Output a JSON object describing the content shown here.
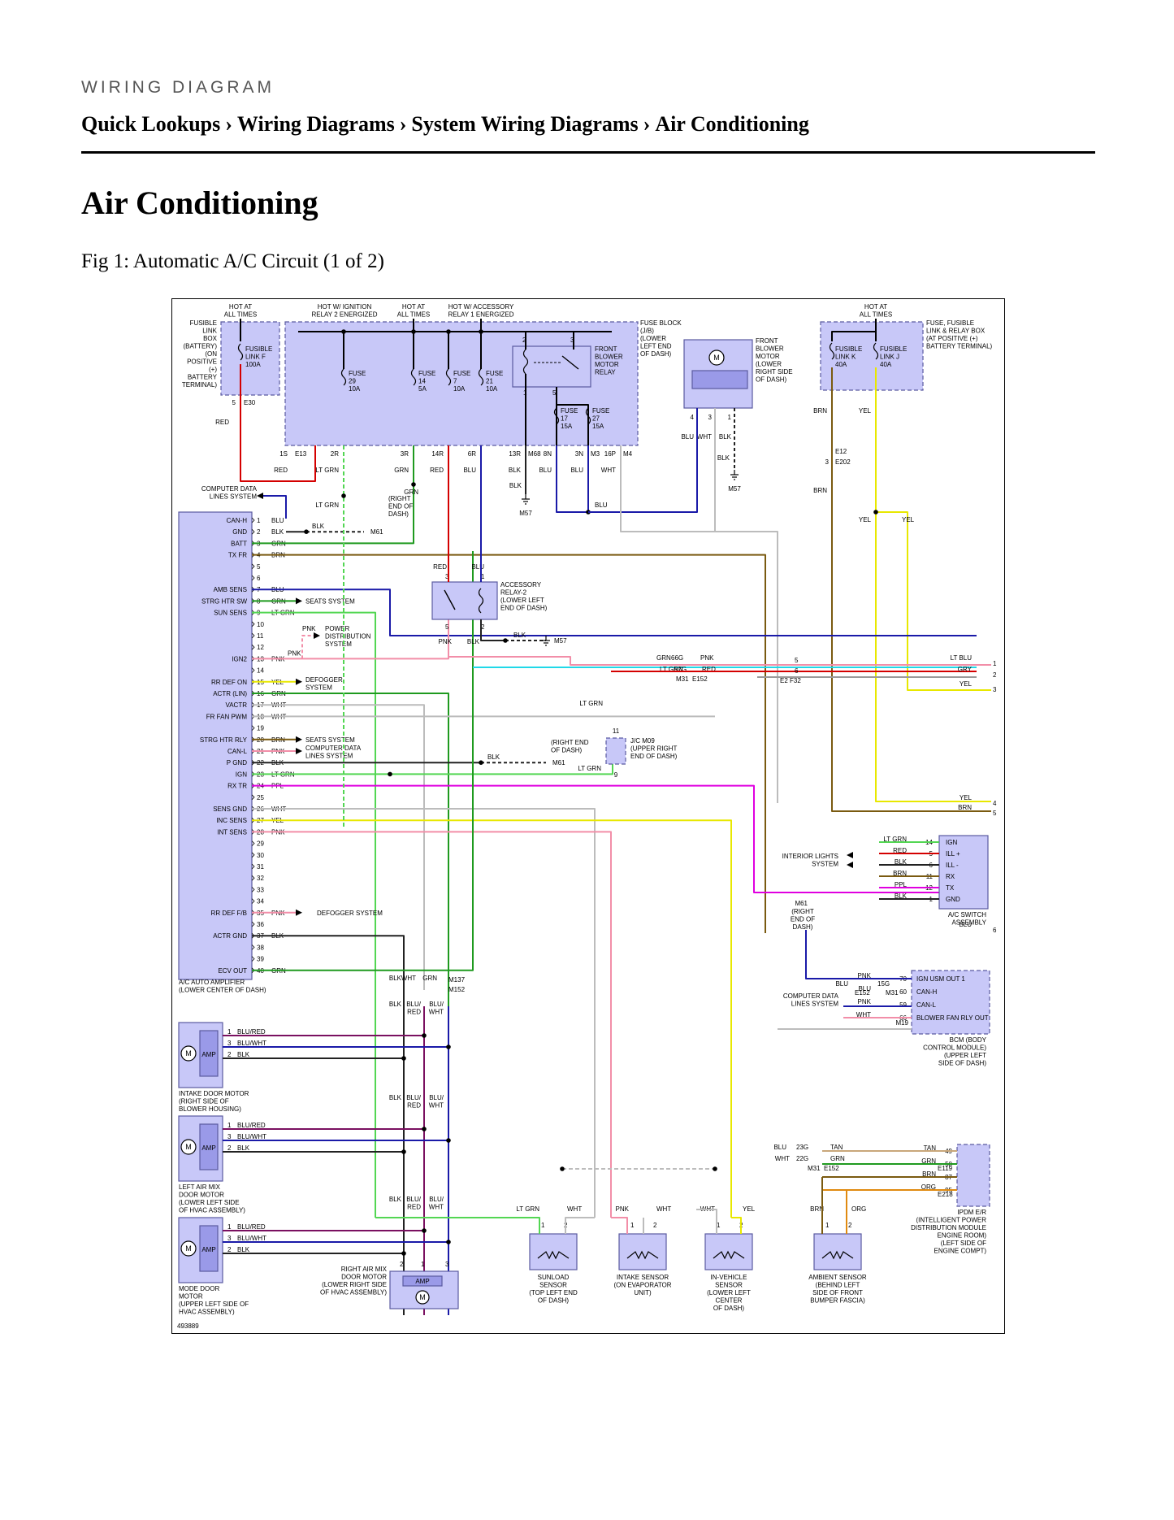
{
  "header": {
    "eyebrow": "WIRING DIAGRAM",
    "breadcrumb": [
      "Quick Lookups",
      "Wiring Diagrams",
      "System Wiring Diagrams",
      "Air Conditioning"
    ],
    "separator": "›"
  },
  "page_title": "Air Conditioning",
  "figure_caption": "Fig 1: Automatic A/C Circuit (1 of 2)",
  "diagram": {
    "figure_id": "493889",
    "colors": {
      "component_fill": "#c8c8f8",
      "component_stroke": "#5a5aa0",
      "wire_RED": "#d40000",
      "wire_BLU": "#1a1aa8",
      "wire_GRN": "#1f9a1f",
      "wire_LT_GRN": "#53d653",
      "wire_YEL": "#e8e800",
      "wire_BRN": "#7a5a10",
      "wire_PNK": "#f28ea8",
      "wire_WHT": "#bcbcbc",
      "wire_BLK": "#222222",
      "wire_PPL": "#e000e0",
      "wire_LT_BLU": "#20d8e8",
      "wire_GRY": "#9a9a9a",
      "wire_TAN": "#c9a77a",
      "wire_ORG": "#e08a10",
      "wire_BLU_RED": "#7a1060",
      "wire_BLU_WHT": "#1a1aa8"
    },
    "top_labels": {
      "hot_at_all_times_left": [
        "HOT AT",
        "ALL TIMES"
      ],
      "hot_w_ignition": [
        "HOT W/ IGNITION",
        "RELAY 2 ENERGIZED"
      ],
      "hot_at_all_times_mid": [
        "HOT AT",
        "ALL TIMES"
      ],
      "hot_w_accessory": [
        "HOT W/ ACCESSORY",
        "RELAY 1 ENERGIZED"
      ],
      "hot_at_all_times_right": [
        "HOT AT",
        "ALL TIMES"
      ]
    },
    "fusible_link_box": [
      "FUSIBLE",
      "LINK",
      "BOX",
      "(BATTERY)",
      "(ON",
      "POSITIVE",
      "(+)",
      "BATTERY",
      "TERMINAL)"
    ],
    "fusible_link_f": [
      "FUSIBLE",
      "LINK F",
      "100A"
    ],
    "e30": {
      "pin": "5",
      "conn": "E30",
      "wire": "RED"
    },
    "fuse_block_label": [
      "FUSE BLOCK",
      "(J/B)",
      "(LOWER",
      "LEFT END",
      "OF DASH)"
    ],
    "fuses": [
      {
        "name": "FUSE",
        "num": "29",
        "amp": "10A"
      },
      {
        "name": "FUSE",
        "num": "14",
        "amp": "5A"
      },
      {
        "name": "FUSE",
        "num": "7",
        "amp": "10A"
      },
      {
        "name": "FUSE",
        "num": "21",
        "amp": "10A"
      }
    ],
    "front_blower_relay": [
      "FRONT",
      "BLOWER",
      "MOTOR",
      "RELAY"
    ],
    "relay_pins": {
      "p2": "2",
      "p3": "3",
      "p1": "1",
      "p5": "5"
    },
    "fuse_17": [
      "FUSE",
      "17",
      "15A"
    ],
    "fuse_27": [
      "FUSE",
      "27",
      "15A"
    ],
    "fuse_block_pins": [
      {
        "pin": "1S",
        "conn": "E13",
        "wire": "RED"
      },
      {
        "pin": "2R",
        "conn": "",
        "wire": "LT GRN"
      },
      {
        "pin": "3R",
        "conn": "",
        "wire": "GRN"
      },
      {
        "pin": "14R",
        "conn": "",
        "wire": "RED"
      },
      {
        "pin": "6R",
        "conn": "",
        "wire": "BLU"
      },
      {
        "pin": "13R",
        "conn": "M68",
        "wire": "BLK"
      },
      {
        "pin": "8N",
        "conn": "",
        "wire": "BLU"
      },
      {
        "pin": "3N",
        "conn": "M3",
        "wire": "BLU"
      },
      {
        "pin": "16P",
        "conn": "M4",
        "wire": "WHT"
      }
    ],
    "front_blower_motor": [
      "FRONT",
      "BLOWER",
      "MOTOR",
      "(LOWER",
      "RIGHT SIDE",
      "OF DASH)"
    ],
    "blower_pins": [
      "4",
      "3",
      "1"
    ],
    "blower_wires": [
      "BLU",
      "WHT",
      "BLK"
    ],
    "fuse_fusible_box": [
      "FUSE, FUSIBLE",
      "LINK & RELAY BOX",
      "(AT POSITIVE (+)",
      "BATTERY TERMINAL)"
    ],
    "fusible_link_k": [
      "FUSIBLE",
      "LINK K",
      "40A"
    ],
    "fusible_link_j": [
      "FUSIBLE",
      "LINK J",
      "40A"
    ],
    "right_box_wires": [
      "BRN",
      "YEL"
    ],
    "e12": "E12",
    "e202": {
      "pin": "3",
      "conn": "E202"
    },
    "ground_labels": {
      "m57": "M57",
      "m61": "M61"
    },
    "computer_data_lines": [
      "COMPUTER DATA",
      "LINES SYSTEM"
    ],
    "amp_pins": [
      {
        "pin": "1",
        "label": "CAN-H",
        "wire": "BLU"
      },
      {
        "pin": "2",
        "label": "GND",
        "wire": "BLK"
      },
      {
        "pin": "3",
        "label": "BATT",
        "wire": "GRN"
      },
      {
        "pin": "4",
        "label": "TX FR",
        "wire": "BRN"
      },
      {
        "pin": "5",
        "label": "",
        "wire": ""
      },
      {
        "pin": "6",
        "label": "",
        "wire": ""
      },
      {
        "pin": "7",
        "label": "AMB SENS",
        "wire": "BLU"
      },
      {
        "pin": "8",
        "label": "STRG HTR SW",
        "wire": "GRN"
      },
      {
        "pin": "9",
        "label": "SUN SENS",
        "wire": "LT GRN"
      },
      {
        "pin": "10",
        "label": "",
        "wire": ""
      },
      {
        "pin": "11",
        "label": "",
        "wire": ""
      },
      {
        "pin": "12",
        "label": "",
        "wire": ""
      },
      {
        "pin": "13",
        "label": "IGN2",
        "wire": "PNK"
      },
      {
        "pin": "14",
        "label": "",
        "wire": ""
      },
      {
        "pin": "15",
        "label": "RR DEF ON",
        "wire": "YEL"
      },
      {
        "pin": "16",
        "label": "ACTR (LIN)",
        "wire": "GRN"
      },
      {
        "pin": "17",
        "label": "VACTR",
        "wire": "WHT"
      },
      {
        "pin": "18",
        "label": "FR FAN PWM",
        "wire": "WHT"
      },
      {
        "pin": "19",
        "label": "",
        "wire": ""
      },
      {
        "pin": "20",
        "label": "STRG HTR RLY",
        "wire": "BRN"
      },
      {
        "pin": "21",
        "label": "CAN-L",
        "wire": "PNK"
      },
      {
        "pin": "22",
        "label": "P GND",
        "wire": "BLK"
      },
      {
        "pin": "23",
        "label": "IGN",
        "wire": "LT GRN"
      },
      {
        "pin": "24",
        "label": "RX TR",
        "wire": "PPL"
      },
      {
        "pin": "25",
        "label": "",
        "wire": ""
      },
      {
        "pin": "26",
        "label": "SENS GND",
        "wire": "WHT"
      },
      {
        "pin": "27",
        "label": "INC SENS",
        "wire": "YEL"
      },
      {
        "pin": "28",
        "label": "INT SENS",
        "wire": "PNK"
      },
      {
        "pin": "29",
        "label": "",
        "wire": ""
      },
      {
        "pin": "30",
        "label": "",
        "wire": ""
      },
      {
        "pin": "31",
        "label": "",
        "wire": ""
      },
      {
        "pin": "32",
        "label": "",
        "wire": ""
      },
      {
        "pin": "33",
        "label": "",
        "wire": ""
      },
      {
        "pin": "34",
        "label": "",
        "wire": ""
      },
      {
        "pin": "35",
        "label": "RR DEF F/B",
        "wire": "PNK"
      },
      {
        "pin": "36",
        "label": "",
        "wire": ""
      },
      {
        "pin": "37",
        "label": "ACTR GND",
        "wire": "BLK"
      },
      {
        "pin": "38",
        "label": "",
        "wire": ""
      },
      {
        "pin": "39",
        "label": "",
        "wire": ""
      },
      {
        "pin": "40",
        "label": "ECV OUT",
        "wire": "GRN"
      }
    ],
    "amp_name": [
      "A/C AUTO AMPLIFIER",
      "(LOWER CENTER OF DASH)"
    ],
    "side_systems": {
      "seats_system": "SEATS SYSTEM",
      "power_distribution": [
        "POWER",
        "DISTRIBUTION",
        "SYSTEM"
      ],
      "defogger": [
        "DEFOGGER",
        "SYSTEM"
      ],
      "seats_system_2": "SEATS SYSTEM",
      "computer_data_2": [
        "COMPUTER DATA",
        "LINES SYSTEM"
      ],
      "defogger_2": "DEFOGGER SYSTEM",
      "right_end_dash": [
        "(RIGHT",
        "END OF",
        "DASH)"
      ],
      "right_end_dash_2": [
        "(RIGHT END",
        "OF DASH)"
      ]
    },
    "accessory_relay": [
      "ACCESSORY",
      "RELAY-2",
      "(LOWER LEFT",
      "END OF DASH)"
    ],
    "acc_relay_pins": [
      "3",
      "1",
      "5",
      "2"
    ],
    "acc_relay_wires": [
      "RED",
      "BLU",
      "PNK",
      "BLK"
    ],
    "jc_m09": [
      "J/C M09",
      "(UPPER RIGHT",
      "END OF DASH)"
    ],
    "jc_pins": [
      "11",
      "9"
    ],
    "mid_connectors": {
      "c66g": "66G",
      "c57g": "57G",
      "m31": "M31",
      "e152": "E152",
      "e2": "E2",
      "f32": "F32",
      "p5": "5",
      "p6": "6"
    },
    "right_outputs": [
      {
        "wire": "LT BLU",
        "num": "1"
      },
      {
        "wire": "GRY",
        "num": "2"
      },
      {
        "wire": "YEL",
        "num": "3"
      },
      {
        "wire": "YEL",
        "num": "4"
      },
      {
        "wire": "BRN",
        "num": "5"
      },
      {
        "wire": "BLU",
        "num": "6"
      }
    ],
    "ac_switch": {
      "name": [
        "A/C SWITCH",
        "ASSEMBLY"
      ],
      "pins": [
        {
          "pin": "14",
          "label": "IGN",
          "wire": "LT GRN"
        },
        {
          "pin": "5",
          "label": "ILL +",
          "wire": "RED"
        },
        {
          "pin": "6",
          "label": "ILL -",
          "wire": "BLK"
        },
        {
          "pin": "11",
          "label": "RX",
          "wire": "BRN"
        },
        {
          "pin": "12",
          "label": "TX",
          "wire": "PPL"
        },
        {
          "pin": "1",
          "label": "GND",
          "wire": "BLK"
        }
      ],
      "interior_lights": [
        "INTERIOR LIGHTS",
        "SYSTEM"
      ]
    },
    "bcm": {
      "name": [
        "BCM (BODY",
        "CONTROL MODULE)",
        "(UPPER LEFT",
        "SIDE OF DASH)"
      ],
      "pins": [
        {
          "pin": "70",
          "label": "IGN USM OUT 1",
          "wire": "PNK"
        },
        {
          "pin": "60",
          "label": "CAN-H",
          "wire": "BLU"
        },
        {
          "pin": "59",
          "label": "CAN-L",
          "wire": "PNK"
        },
        {
          "pin": "66",
          "label": "BLOWER FAN RLY OUT",
          "wire": "WHT"
        }
      ],
      "conn_m19": "M19",
      "c15g": "15G",
      "computer_data": [
        "COMPUTER DATA",
        "LINES SYSTEM"
      ]
    },
    "ipdm": {
      "name": [
        "IPDM E/R",
        "(INTELLIGENT POWER",
        "DISTRIBUTION MODULE",
        "ENGINE ROOM)",
        "(LEFT SIDE OF",
        "ENGINE COMPT)"
      ],
      "pins": [
        {
          "pin": "49",
          "wire": "TAN"
        },
        {
          "pin": "50",
          "wire": "GRN"
        },
        {
          "pin": "87",
          "wire": "BRN"
        },
        {
          "pin": "95",
          "wire": "ORG"
        }
      ],
      "e119": "E119",
      "e218": "E218",
      "c23g": "23G",
      "c22g": "22G"
    },
    "m137": "M137",
    "m152": "M152",
    "actuators": [
      {
        "name": [
          "INTAKE DOOR MOTOR",
          "(RIGHT SIDE OF",
          "BLOWER HOUSING)"
        ]
      },
      {
        "name": [
          "LEFT AIR MIX",
          "DOOR MOTOR",
          "(LOWER LEFT SIDE",
          "OF HVAC ASSEMBLY)"
        ]
      },
      {
        "name": [
          "MODE DOOR",
          "MOTOR",
          "(UPPER LEFT SIDE OF",
          "HVAC ASSEMBLY)"
        ]
      }
    ],
    "actuator_wires": [
      {
        "pin": "1",
        "wire": "BLU/RED"
      },
      {
        "pin": "3",
        "wire": "BLU/WHT"
      },
      {
        "pin": "2",
        "wire": "BLK"
      }
    ],
    "bus_labels": [
      "BLK",
      "BLU/",
      "RED",
      "BLU/",
      "WHT"
    ],
    "amp_text": "AMP",
    "motor_text": "M",
    "right_air_mix": [
      "RIGHT AIR MIX",
      "DOOR MOTOR",
      "(LOWER RIGHT SIDE",
      "OF HVAC ASSEMBLY)"
    ],
    "sensors": [
      {
        "name": [
          "SUNLOAD",
          "SENSOR",
          "(TOP LEFT END",
          "OF DASH)"
        ],
        "wires": [
          "LT GRN",
          "WHT"
        ]
      },
      {
        "name": [
          "INTAKE SENSOR",
          "(ON EVAPORATOR",
          "UNIT)"
        ],
        "wires": [
          "PNK",
          "WHT"
        ]
      },
      {
        "name": [
          "IN-VEHICLE",
          "SENSOR",
          "(LOWER LEFT",
          "CENTER",
          "OF DASH)"
        ],
        "wires": [
          "WHT",
          "YEL"
        ]
      },
      {
        "name": [
          "AMBIENT SENSOR",
          "(BEHIND LEFT",
          "SIDE OF FRONT",
          "BUMPER FASCIA)"
        ],
        "wires": [
          "BRN",
          "ORG"
        ]
      }
    ],
    "misc": {
      "wht": "WHT",
      "blu": "BLU",
      "tan": "TAN",
      "grn": "GRN",
      "blk": "BLK",
      "pnk": "PNK",
      "lt_grn": "LT GRN",
      "m57": "M57"
    }
  }
}
